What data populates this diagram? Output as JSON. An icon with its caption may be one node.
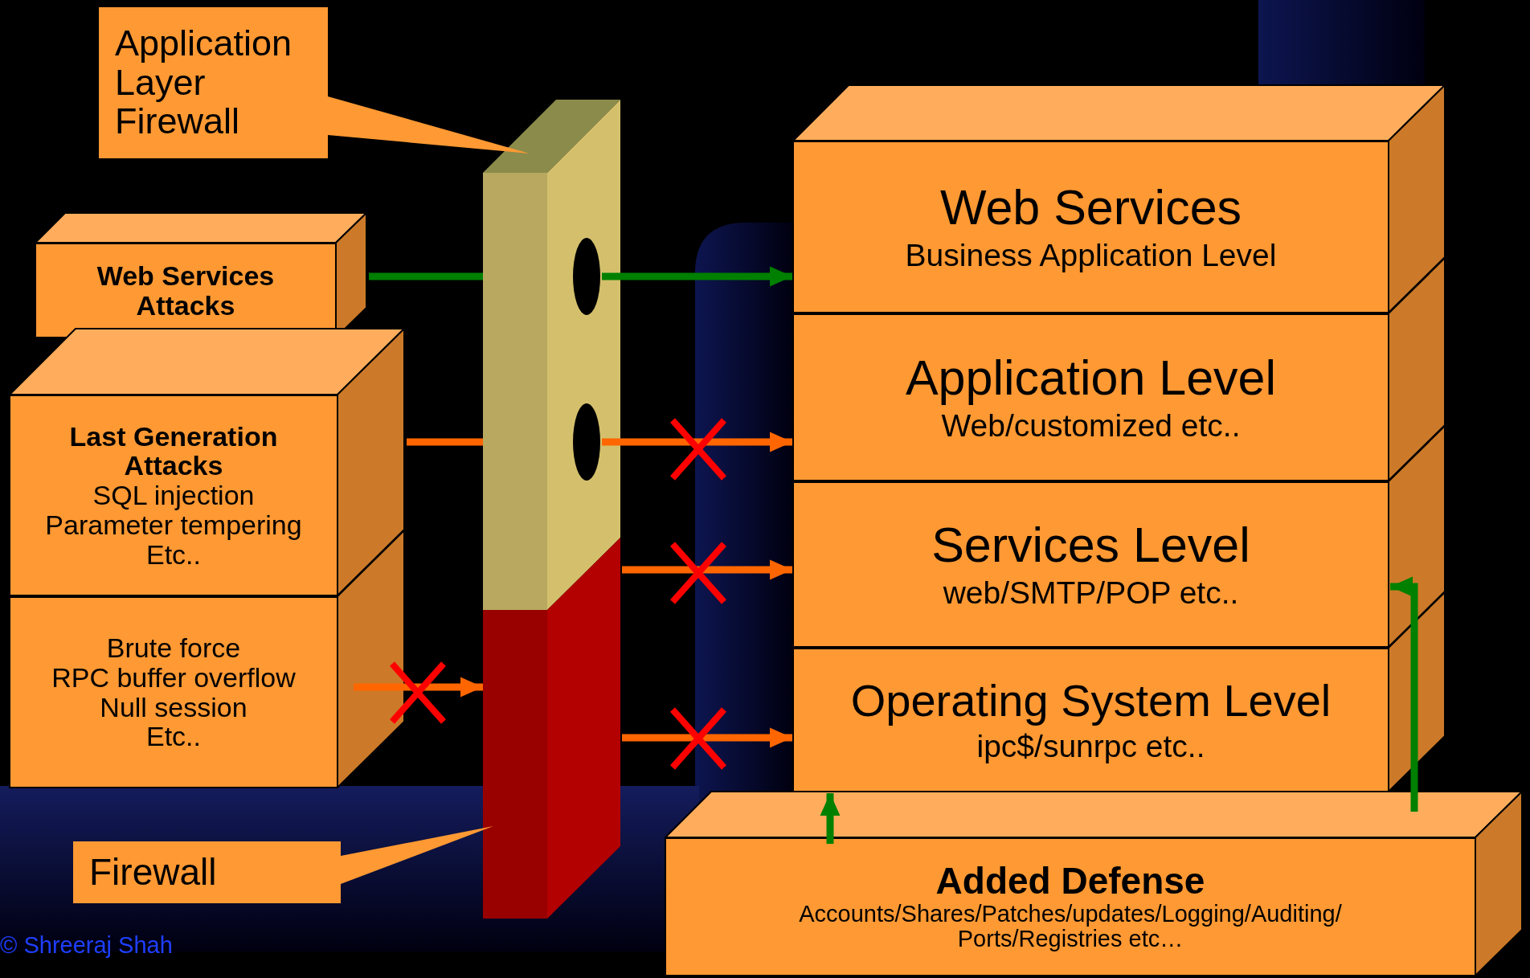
{
  "diagram": {
    "nodes": [
      {
        "text": [
          "Application Layer Firewall"
        ]
      },
      {
        "text": [
          "Web Services Attacks"
        ]
      },
      {
        "text": [
          "Last Generation Attacks",
          "SQL injection",
          "Parameter tempering",
          "Etc.."
        ]
      },
      {
        "text": [
          "Brute force",
          "RPC buffer overflow",
          "Null session",
          "Etc.."
        ]
      },
      {
        "text": [
          "Firewall"
        ]
      },
      {
        "text": [],
        "shape": "bar"
      },
      {
        "text": [],
        "shape": "circle",
        "in": 5
      },
      {
        "text": [],
        "shape": "circle",
        "in": 5
      },
      {
        "text": [],
        "shape": "bar"
      },
      {
        "text": [
          "Web Services",
          "Business Application Level"
        ]
      },
      {
        "text": [
          "Application Level",
          "Web/customized etc.."
        ]
      },
      {
        "text": [
          "Services Level",
          "web/SMTP/POP etc.."
        ]
      },
      {
        "text": [
          "Operating System Level",
          "ipc$/sunrpc etc.."
        ]
      },
      {
        "text": [
          "Added Defense",
          "Accounts/Shares/Patches/updates/Logging/Auditing/ Ports/Registries etc…"
        ]
      }
    ],
    "edges": [
      {
        "from": 1,
        "to": 5,
        "arrow": "none",
        "color": "#008000"
      },
      {
        "from": 6,
        "to": 9,
        "arrow": "to",
        "color": "#008000"
      },
      {
        "from": 2,
        "to": 5,
        "arrow": "none"
      },
      {
        "from": 7,
        "to": 10,
        "arrow": "to"
      },
      {
        "from": 8,
        "to": 11,
        "arrow": "to"
      },
      {
        "from": 8,
        "to": 12,
        "arrow": "to"
      },
      {
        "from": 3,
        "to": 8,
        "arrow": "to"
      },
      {
        "from": 13,
        "to": 12,
        "arrow": "to",
        "color": "#008000"
      },
      {
        "from": 13,
        "to": 11,
        "arrow": "to",
        "color": "#008000"
      },
      {
        "from": 0,
        "to": 5,
        "arrow": "none",
        "color": "#ff9933"
      },
      {
        "from": 4,
        "to": 8,
        "arrow": "none",
        "color": "#ff9933"
      }
    ],
    "labels": [
      "© Shreeraj Shah"
    ]
  }
}
